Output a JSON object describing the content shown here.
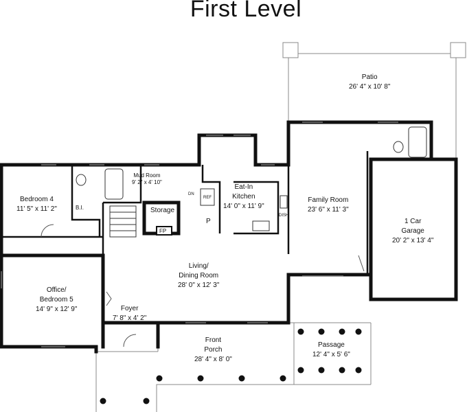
{
  "title": "First Level",
  "rooms": {
    "patio": {
      "name": "Patio",
      "dims": "26' 4\" x 10' 8\""
    },
    "family_room": {
      "name": "Family Room",
      "dims": "23' 6\" x 11' 3\""
    },
    "garage": {
      "name1": "1 Car",
      "name2": "Garage",
      "dims": "20' 2\" x 13' 4\""
    },
    "bedroom4": {
      "name": "Bedroom 4",
      "dims": "11' 5\" x 11' 2\""
    },
    "mud_room": {
      "name": "Mud Room",
      "dims": "9' 2\" x 4' 10\""
    },
    "kitchen": {
      "name1": "Eat-In",
      "name2": "Kitchen",
      "dims": "14' 0\" x 11' 9\""
    },
    "storage": {
      "name": "Storage"
    },
    "living": {
      "name1": "Living/",
      "name2": "Dining Room",
      "dims": "28' 0\" x 12' 3\""
    },
    "office": {
      "name1": "Office/",
      "name2": "Bedroom 5",
      "dims": "14' 9\" x 12' 9\""
    },
    "foyer": {
      "name": "Foyer",
      "dims": "7' 8\" x 4' 2\""
    },
    "porch": {
      "name1": "Front",
      "name2": "Porch",
      "dims": "28' 4\" x 8' 0\""
    },
    "passage": {
      "name": "Passage",
      "dims": "12' 4\" x 5' 6\""
    }
  },
  "fixtures": {
    "fireplace": "FP",
    "refrigerator": "REF",
    "pantry": "P",
    "built_in": "B.I.",
    "down": "DN",
    "dishwasher": "DISH"
  }
}
